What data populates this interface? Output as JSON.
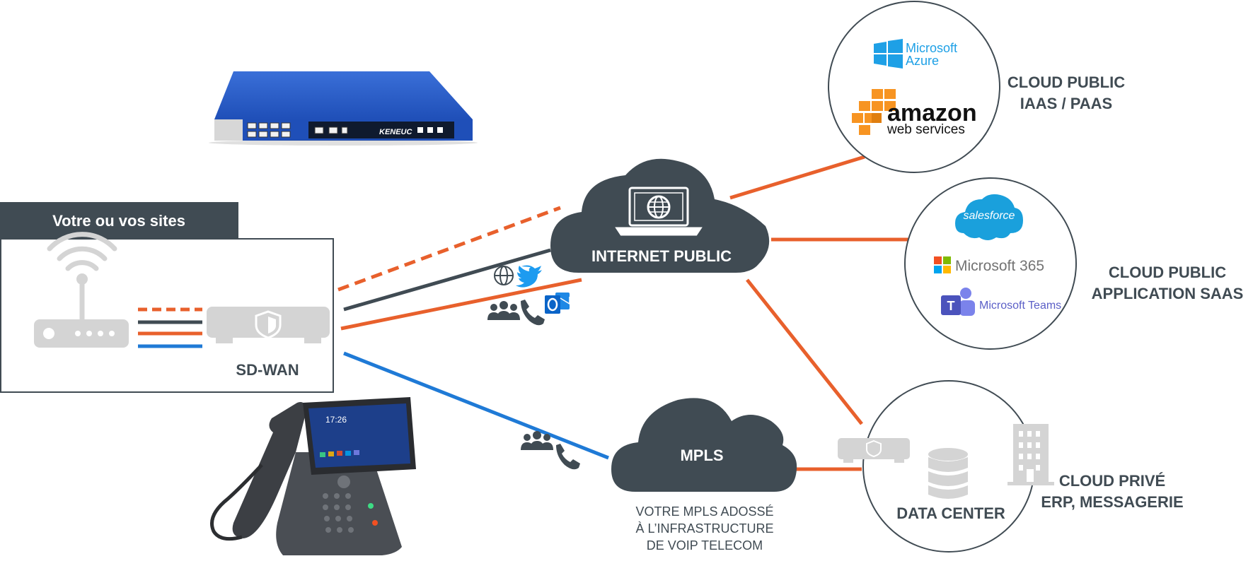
{
  "sites": {
    "title": "Votre ou vos sites",
    "sdwan_label": "SD-WAN"
  },
  "internet": {
    "label": "INTERNET PUBLIC"
  },
  "mpls": {
    "label": "MPLS",
    "caption_lines": [
      "VOTRE MPLS ADOSSÉ",
      "À L’INFRASTRUCTURE",
      "DE VOIP TELECOM"
    ]
  },
  "cloud_iaas": {
    "title_lines": [
      "CLOUD PUBLIC",
      "IAAS / PAAS"
    ],
    "azure_line1": "Microsoft",
    "azure_line2": "Azure",
    "aws_line1": "amazon",
    "aws_line2": "web services"
  },
  "cloud_saas": {
    "title_lines": [
      "CLOUD PUBLIC",
      "APPLICATION SAAS"
    ],
    "salesforce": "salesforce",
    "m365": "Microsoft 365",
    "teams": "Microsoft Teams"
  },
  "datacenter": {
    "label": "DATA CENTER",
    "title_lines": [
      "CLOUD PRIVÉ",
      "ERP, MESSAGERIE"
    ]
  },
  "appliance": {
    "brand": "KENEUC"
  },
  "phone": {
    "clock": "17:26"
  },
  "colors": {
    "orange": "#e8602c",
    "dark": "#404b53",
    "blue": "#1f7ad6",
    "grey_device": "#d4d4d4"
  }
}
